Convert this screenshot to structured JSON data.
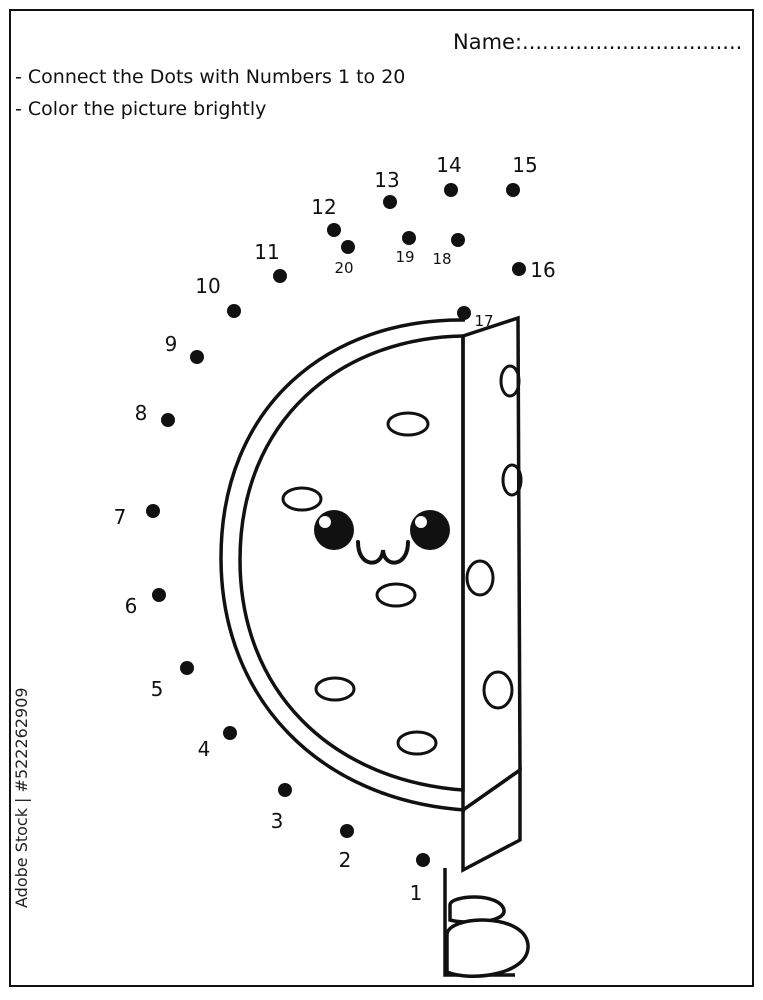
{
  "header": {
    "name_label": "Name:.................................",
    "instructions": [
      "- Connect the Dots with Numbers 1 to 20",
      "- Color the picture brightly"
    ]
  },
  "dots": [
    {
      "label": "1"
    },
    {
      "label": "2"
    },
    {
      "label": "3"
    },
    {
      "label": "4"
    },
    {
      "label": "5"
    },
    {
      "label": "6"
    },
    {
      "label": "7"
    },
    {
      "label": "8"
    },
    {
      "label": "9"
    },
    {
      "label": "10"
    },
    {
      "label": "11"
    },
    {
      "label": "12"
    },
    {
      "label": "13"
    },
    {
      "label": "14"
    },
    {
      "label": "15"
    },
    {
      "label": "16"
    },
    {
      "label": "17"
    },
    {
      "label": "18"
    },
    {
      "label": "19"
    },
    {
      "label": "20"
    }
  ],
  "watermark": "Adobe Stock | #522262909",
  "colors": {
    "ink": "#111111",
    "paper": "#ffffff"
  }
}
